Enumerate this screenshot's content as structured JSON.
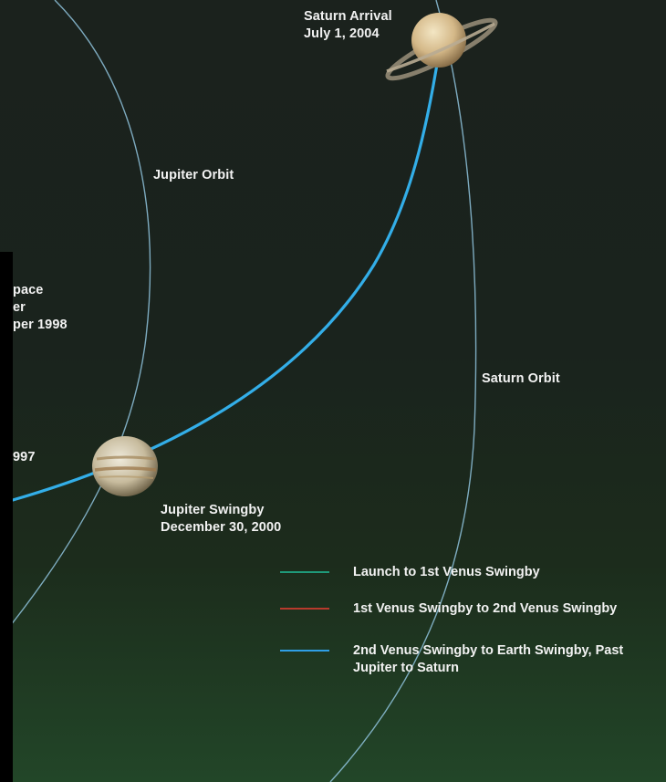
{
  "labels": {
    "saturn_arrival": [
      "Saturn Arrival",
      "July 1, 2004"
    ],
    "jupiter_orbit": "Jupiter Orbit",
    "saturn_orbit": "Saturn Orbit",
    "jupiter_swingby": [
      "Jupiter Swingby",
      "December 30, 2000"
    ],
    "left_partial": [
      "pace",
      "er",
      "per 1998"
    ],
    "left_partial_year": "997"
  },
  "legend": [
    {
      "color": "#1f9a7a",
      "text": "Launch to 1st Venus Swingby"
    },
    {
      "color": "#b83a2c",
      "text": "1st Venus Swingby to 2nd Venus Swingby"
    },
    {
      "color": "#2f9fe6",
      "text": [
        "2nd Venus Swingby to Earth Swingby, Past",
        "Jupiter to Saturn"
      ]
    }
  ],
  "colors": {
    "trajectory": "#33aee8",
    "orbit": "#8fc3dd",
    "background": "#1b221d"
  }
}
